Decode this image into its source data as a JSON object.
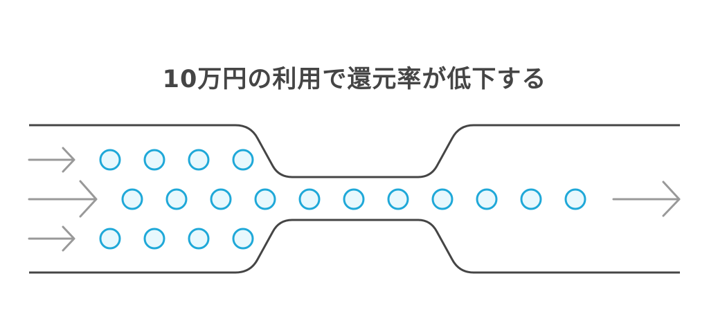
{
  "title": "10万円の利用で還元率が低下する",
  "colors": {
    "pipe": "#454545",
    "arrow": "#999999",
    "particle_stroke": "#1fa8d8",
    "particle_fill": "#e8f8fd"
  },
  "particles": {
    "top_row_count": 4,
    "middle_row_count": 11,
    "bottom_row_count": 4
  }
}
